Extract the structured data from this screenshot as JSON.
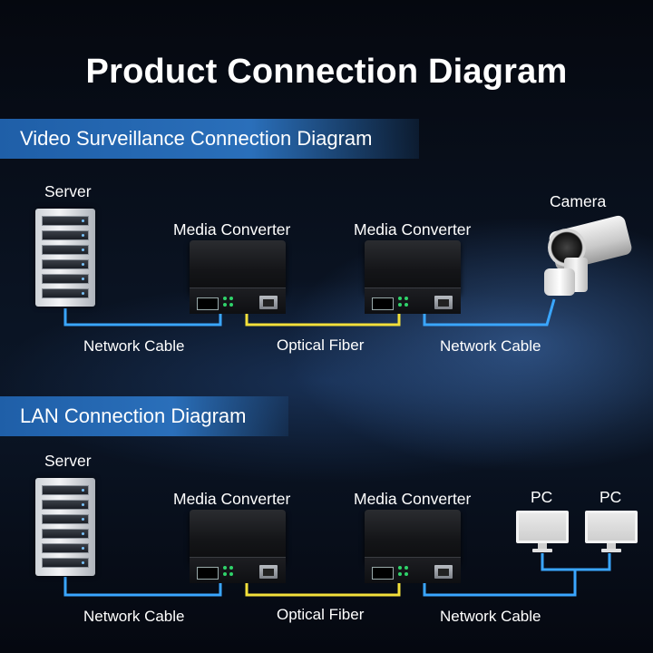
{
  "title": "Product Connection Diagram",
  "sections": {
    "surveillance": {
      "heading": "Video Surveillance Connection Diagram",
      "server_label": "Server",
      "converter_left_label": "Media Converter",
      "converter_right_label": "Media Converter",
      "camera_label": "Camera",
      "cable_left_label": "Network Cable",
      "fiber_label": "Optical Fiber",
      "cable_right_label": "Network Cable"
    },
    "lan": {
      "heading": "LAN Connection Diagram",
      "server_label": "Server",
      "converter_left_label": "Media Converter",
      "converter_right_label": "Media Converter",
      "pc_left_label": "PC",
      "pc_right_label": "PC",
      "cable_left_label": "Network Cable",
      "fiber_label": "Optical Fiber",
      "cable_right_label": "Network Cable"
    }
  },
  "colors": {
    "network_cable": "#3aa6ff",
    "optical_fiber": "#f3e03a",
    "banner": "#2a6fba"
  },
  "icons": [
    "server-rack-icon",
    "media-converter-icon",
    "camera-icon",
    "pc-monitor-icon"
  ]
}
